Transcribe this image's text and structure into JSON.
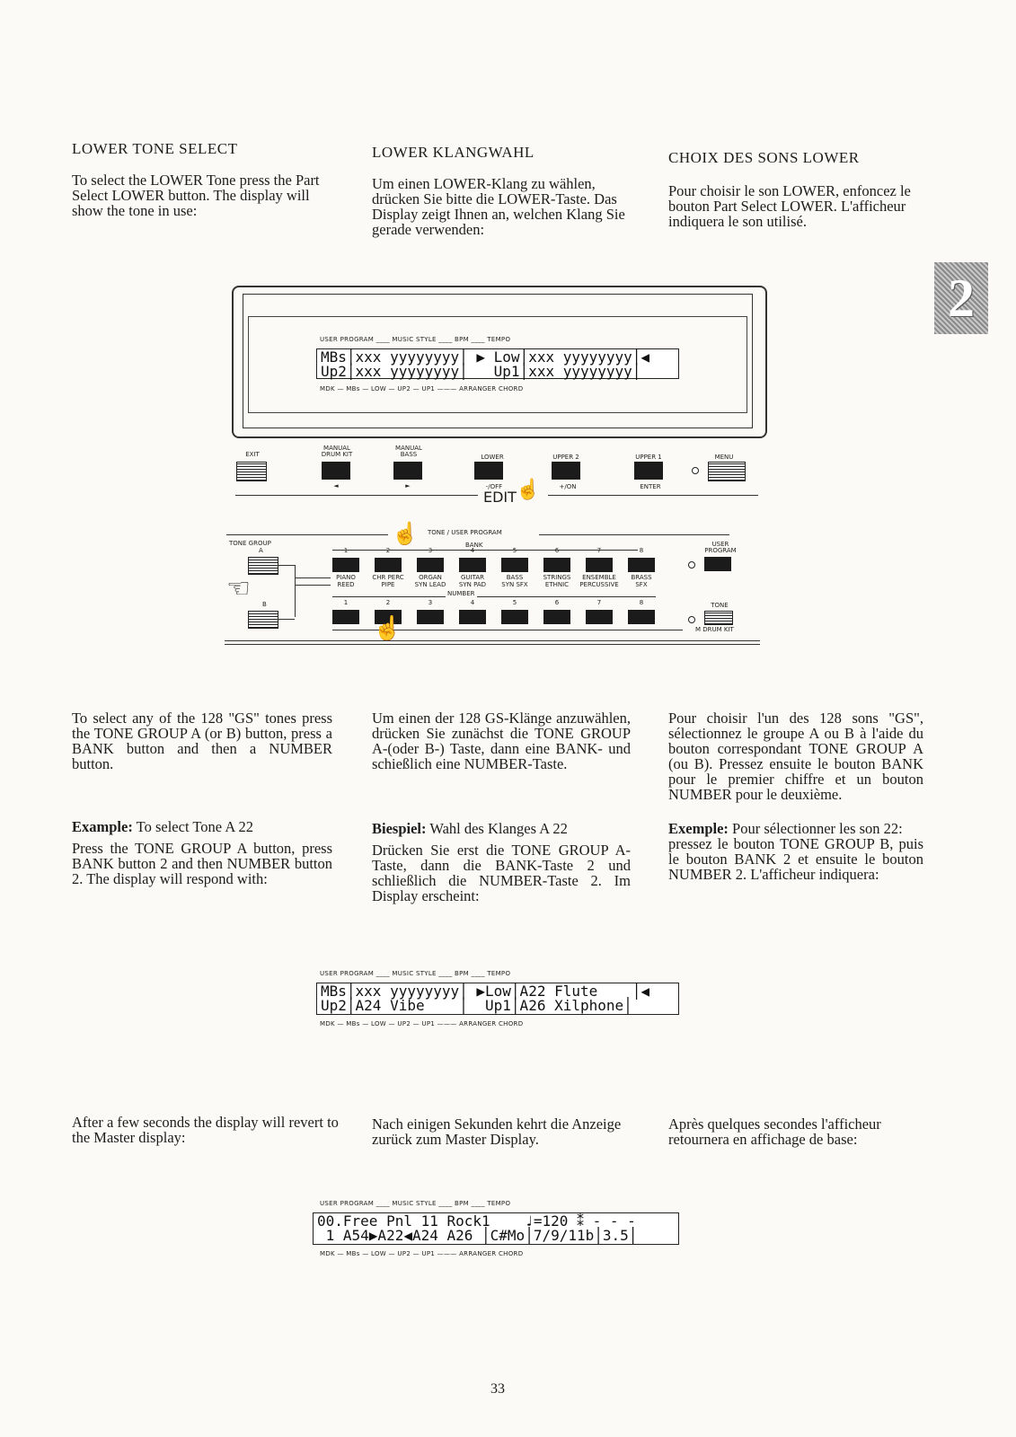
{
  "chapter_tab": "2",
  "page_number": "33",
  "sec1": {
    "en_title": "LOWER TONE SELECT",
    "en_text": "To select the LOWER Tone press the Part Select LOWER button. The display will show the tone in use:",
    "de_title": "LOWER KLANGWAHL",
    "de_text": "Um einen LOWER-Klang zu wählen, drücken Sie bitte die LOWER-Taste. Das Display zeigt Ihnen an, welchen Klang Sie gerade verwenden:",
    "fr_title": "CHOIX DES SONS LOWER",
    "fr_text": "Pour choisir le son LOWER, enfoncez le bouton Part Select LOWER. L'afficheur indiquera le son utilisé."
  },
  "lcd_labels": {
    "top": [
      "USER PROGRAM",
      "MUSIC STYLE",
      "BPM",
      "TEMPO"
    ],
    "bottom": [
      "MDK",
      "MBs",
      "LOW",
      "UP2",
      "UP1",
      "ARRANGER CHORD"
    ]
  },
  "lcd1": {
    "line1": "MBs│xxx yyyyyyyy│ ▶ Low│xxx yyyyyyyy│◀",
    "line2": "Up2│xxx yyyyyyyy│   Up1│xxx yyyyyyyy│"
  },
  "panel": {
    "top_row": {
      "exit": "EXIT",
      "manual_drum_kit": "MANUAL DRUM KIT",
      "manual_bass": "MANUAL BASS",
      "lower": "LOWER",
      "upper2": "UPPER 2",
      "upper1": "UPPER 1",
      "menu": "MENU",
      "minus_off": "-/OFF",
      "plus_on": "+/ON",
      "enter": "ENTER",
      "edit": "EDIT",
      "left_arrow": "◄",
      "right_arrow": "►"
    },
    "tone_user_program": "TONE / USER PROGRAM",
    "tone_group": "TONE GROUP",
    "group_a": "A",
    "group_b": "B",
    "bank": "BANK",
    "number": "NUMBER",
    "user_program": "USER PROGRAM",
    "tone": "TONE",
    "drum_kit": "M DRUM KIT",
    "bank_numbers": [
      "1",
      "2",
      "3",
      "4",
      "5",
      "6",
      "7",
      "8"
    ],
    "number_numbers": [
      "1",
      "2",
      "3",
      "4",
      "5",
      "6",
      "7",
      "8"
    ],
    "group_a_names": [
      "PIANO",
      "CHR PERC",
      "ORGAN",
      "GUITAR",
      "BASS",
      "STRINGS",
      "ENSEMBLE",
      "BRASS"
    ],
    "group_b_names": [
      "REED",
      "PIPE",
      "SYN LEAD",
      "SYN PAD",
      "SYN SFX",
      "ETHNIC",
      "PERCUSSIVE",
      "SFX"
    ]
  },
  "sec2": {
    "en_text": "To select any of the 128 \"GS\" tones press the TONE GROUP A (or B) button, press a BANK button and then a NUMBER button.",
    "de_text": "Um einen der 128 GS-Klänge anzuwählen, drücken Sie zunächst die TONE GROUP A-(oder B-) Taste, dann eine BANK- und schießlich eine NUMBER-Taste.",
    "fr_text": "Pour choisir l'un des 128 sons \"GS\", sélectionnez le groupe A ou B à l'aide du bouton correspondant TONE GROUP A (ou B). Pressez ensuite le bouton BANK pour le premier chiffre et un bouton NUMBER pour le deuxième."
  },
  "sec3": {
    "en_label": "Example:",
    "en_label_rest": " To select Tone A 22",
    "en_text": "Press the TONE GROUP A button, press BANK button 2 and then NUMBER button 2. The display will respond with:",
    "de_label": "Biespiel:",
    "de_label_rest": " Wahl des Klanges A 22",
    "de_text": "Drücken Sie erst die TONE GROUP A-Taste, dann die BANK-Taste 2 und schließlich die NUMBER-Taste 2. Im Display erscheint:",
    "fr_label": "Exemple:",
    "fr_label_rest": " Pour sélectionner les son 22:",
    "fr_text": "pressez le bouton TONE GROUP B, puis le bouton BANK 2 et ensuite le bouton NUMBER 2. L'afficheur indiquera:"
  },
  "lcd2": {
    "line1": "MBs│xxx yyyyyyyy│ ▶Low│A22 Flute    │◀",
    "line2": "Up2│A24 Vibe    │  Up1│A26 Xilphone│"
  },
  "sec4": {
    "en_text": "After a few seconds the display will revert to the Master display:",
    "de_text": "Nach einigen Sekunden kehrt die Anzeige zurück zum Master Display.",
    "fr_text": "Après quelques secondes l'afficheur retournera en affichage de base:"
  },
  "lcd3": {
    "line1": "00.Free Pnl 11 Rock1    ♩=120 ⁑ - - -",
    "line2": " 1 A54▶A22◀A24 A26 │C#Mo│7/9/11b│3.5│"
  }
}
